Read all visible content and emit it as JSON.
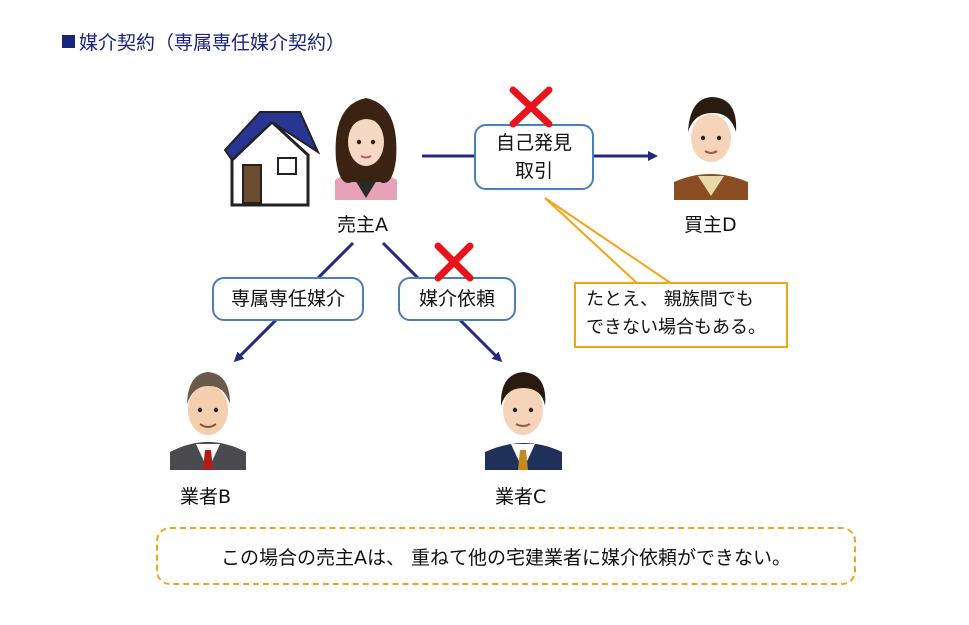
{
  "title": "媒介契約（専属専任媒介契約）",
  "people": {
    "seller": "売主A",
    "buyer": "買主D",
    "agent_b": "業者B",
    "agent_c": "業者C"
  },
  "boxes": {
    "self_discovery_line1": "自己発見",
    "self_discovery_line2": "取引",
    "exclusive": "専属専任媒介",
    "request": "媒介依頼"
  },
  "note": {
    "line1": "たとえ、 親族間でも",
    "line2": "できない場合もある。"
  },
  "bottom_note": "この場合の売主Aは、 重ねて他の宅建業者に媒介依頼ができない。",
  "colors": {
    "title": "#1a237e",
    "arrow": "#1f2a80",
    "box_border": "#4a7eb8",
    "note_border": "#f2a516",
    "cross": "#e8141b"
  }
}
